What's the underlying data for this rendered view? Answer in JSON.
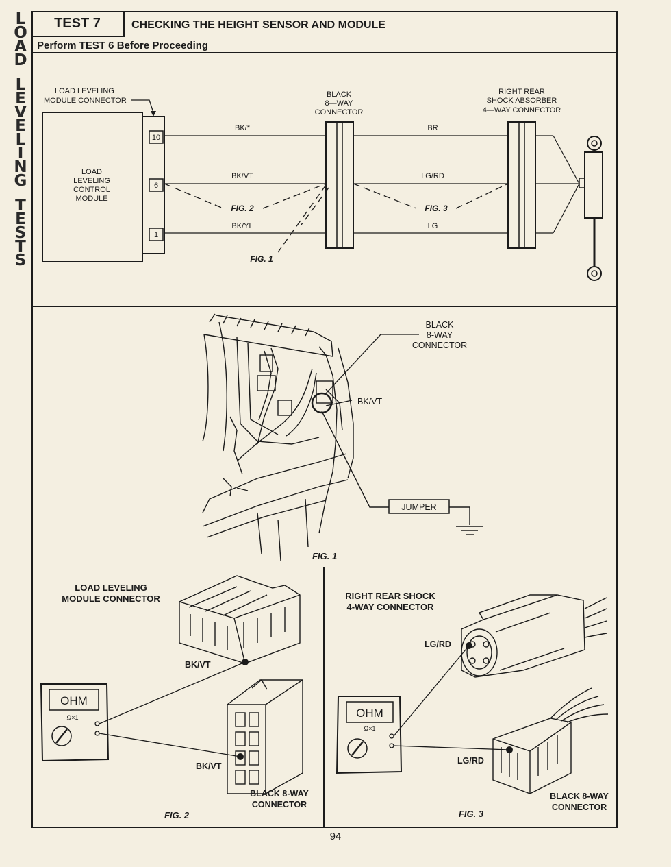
{
  "sidebar": {
    "line1": [
      "L",
      "O",
      "A",
      "D"
    ],
    "line2": [
      "L",
      "E",
      "V",
      "E",
      "L",
      "I",
      "N",
      "G"
    ],
    "line3": [
      "T",
      "E",
      "S",
      "T",
      "S"
    ]
  },
  "header": {
    "test_number": "TEST 7",
    "title": "CHECKING THE HEIGHT SENSOR AND MODULE",
    "prereq": "Perform TEST 6 Before Proceeding"
  },
  "schematic": {
    "module_connector_label": [
      "LOAD LEVELING",
      "MODULE CONNECTOR"
    ],
    "module_label": [
      "LOAD",
      "LEVELING",
      "CONTROL",
      "MODULE"
    ],
    "pins": [
      "10",
      "6",
      "1"
    ],
    "black_connector_label": [
      "BLACK",
      "8—WAY",
      "CONNECTOR"
    ],
    "shock_connector_label": [
      "RIGHT REAR",
      "SHOCK ABSORBER",
      "4—WAY CONNECTOR"
    ],
    "left_wires": [
      "BK/*",
      "BK/VT",
      "BK/YL"
    ],
    "right_wires": [
      "BR",
      "LG/RD",
      "LG"
    ],
    "fig2_ref": "FIG. 2",
    "fig3_ref": "FIG. 3",
    "fig1_ref": "FIG. 1"
  },
  "fig1": {
    "connector_label": [
      "BLACK",
      "8-WAY",
      "CONNECTOR"
    ],
    "wire_label": "BK/VT",
    "jumper_label": "JUMPER",
    "caption": "FIG. 1"
  },
  "fig2": {
    "title": [
      "LOAD LEVELING",
      "MODULE CONNECTOR"
    ],
    "meter_display": "OHM",
    "meter_range": "Ω×1",
    "wire_top": "BK/VT",
    "wire_bottom": "BK/VT",
    "connector_label": [
      "BLACK 8-WAY",
      "CONNECTOR"
    ],
    "caption": "FIG. 2"
  },
  "fig3": {
    "title": [
      "RIGHT REAR SHOCK",
      "4-WAY CONNECTOR"
    ],
    "meter_display": "OHM",
    "meter_range": "Ω×1",
    "wire_top": "LG/RD",
    "wire_bottom": "LG/RD",
    "connector_label": [
      "BLACK 8-WAY",
      "CONNECTOR"
    ],
    "caption": "FIG. 3"
  },
  "page_number": "94"
}
